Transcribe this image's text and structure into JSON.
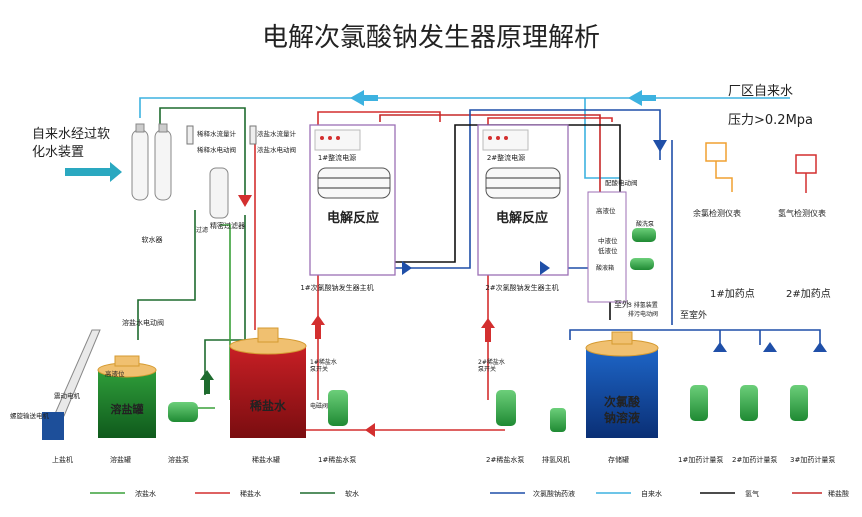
{
  "title": "电解次氯酸钠发生器原理解析",
  "inputs": {
    "softened_water": [
      "自来水经过软",
      "化水装置"
    ],
    "plant_water": "厂区自来水",
    "pressure": "压力>0.2Mpa"
  },
  "instruments": {
    "chlorine_meter": "余氯检测仪表",
    "hydrogen_meter": "氢气检测仪表"
  },
  "dosing_points": [
    "1#加药点",
    "2#加药点"
  ],
  "to_outdoor": "至室外",
  "equipment": {
    "softener": "软水器",
    "brine_flowmeter_a": "稀释水流量计",
    "brine_valve_a": "稀释水电动阀",
    "conc_flowmeter": "浓盐水流量计",
    "conc_valve": "浓盐水电动阀",
    "precision_filter": "精密过滤器",
    "salt_valve": "溶盐水电动阀",
    "cabinet1_label": "1#整流电源",
    "cabinet2_label": "2#整流电源",
    "host1": "1#次氯酸钠发生器主机",
    "host2": "2#次氯酸钠发生器主机",
    "reaction1": "电解反应",
    "reaction2": "电解反应",
    "dist_valve": "配酸电动阀",
    "high_level": "高液位",
    "mid_level": "中液位",
    "low_level": "低液位",
    "acid_tank": "酸液箱",
    "acid_pump": "酸洗泵",
    "hydrogen_outlet": "至外",
    "exhaust_device": [
      "3 排氢装置",
      "排污电动阀"
    ],
    "high_level_salt": "高液位",
    "vibrating_motor": "震动电机",
    "screw_conveyor": "螺旋输送电机",
    "filter_small": "过滤",
    "pump_note1": [
      "1#稀盐水",
      "泵开关"
    ],
    "pump_note2": [
      "2#稀盐水",
      "泵开关"
    ],
    "flow_note": "电磁阀"
  },
  "tanks": {
    "salt_tank": "溶盐罐",
    "brine_tank": "稀盐水",
    "storage_tank": [
      "次氯酸",
      "钠溶液"
    ]
  },
  "bottom_labels": [
    "上盐机",
    "溶盐罐",
    "溶盐泵",
    "稀盐水罐",
    "1#稀盐水泵",
    "2#稀盐水泵",
    "排氢风机",
    "存储罐",
    "1#加药计量泵",
    "2#加药计量泵",
    "3#加药计量泵"
  ],
  "legend": [
    {
      "label": "浓盐水",
      "color": "#3aa03a"
    },
    {
      "label": "稀盐水",
      "color": "#d32f2f"
    },
    {
      "label": "软水",
      "color": "#1e6b2e"
    },
    {
      "label": "次氯酸钠药液",
      "color": "#1f4fa8"
    },
    {
      "label": "自来水",
      "color": "#3db2e0"
    },
    {
      "label": "氢气",
      "color": "#111111"
    },
    {
      "label": "稀盐酸",
      "color": "#c62828"
    }
  ],
  "colors": {
    "conc": "#3aa03a",
    "dilute": "#d32f2f",
    "soft": "#1e6b2e",
    "hypo": "#1f4fa8",
    "tap": "#3db2e0",
    "hydrogen": "#111111",
    "acid": "#c62828",
    "panel": "#9c6fb5",
    "orange": "#f0a030"
  }
}
